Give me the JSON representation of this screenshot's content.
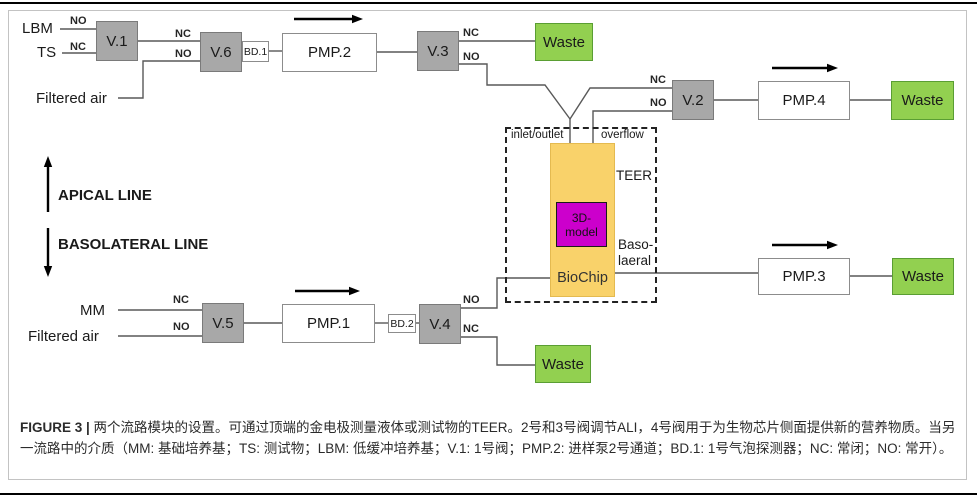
{
  "caption": {
    "label": "FIGURE 3 |",
    "text": " 两个流路模块的设置。可通过顶端的金电极测量液体或测试物的TEER。2号和3号阀调节ALI，4号阀用于为生物芯片侧面提供新的营养物质。当另一流路中的介质（MM: 基础培养基；TS: 测试物；LBM: 低缓冲培养基；V.1: 1号阀；PMP.2: 进样泵2号通道；BD.1: 1号气泡探测器；NC: 常闭；NO: 常开）。"
  },
  "labels": {
    "lbm": "LBM",
    "ts": "TS",
    "filtered_air_top": "Filtered air",
    "mm": "MM",
    "filtered_air_bottom": "Filtered air",
    "apical_line": "APICAL LINE",
    "basolateral_line": "BASOLATERAL LINE",
    "inlet_outlet": "inlet/outlet",
    "overflow": "overflow",
    "teer": "TEER",
    "baso_1": "Baso-",
    "baso_2": "laeral",
    "biochip": "BioChip",
    "model_1": "3D-",
    "model_2": "model",
    "waste": "Waste",
    "nc": "NC",
    "no": "NO"
  },
  "valves": {
    "v1": "V.1",
    "v2": "V.2",
    "v3": "V.3",
    "v4": "V.4",
    "v5": "V.5",
    "v6": "V.6"
  },
  "pumps": {
    "pmp1": "PMP.1",
    "pmp2": "PMP.2",
    "pmp3": "PMP.3",
    "pmp4": "PMP.4"
  },
  "bubble_detectors": {
    "bd1": "BD.1",
    "bd2": "BD.2"
  },
  "colors": {
    "valve_fill": "#a8a8a8",
    "waste_fill": "#92d050",
    "chip_fill": "#f9d26a",
    "model_fill": "#cc00cc",
    "wire": "#595959",
    "arrow": "#000000"
  }
}
